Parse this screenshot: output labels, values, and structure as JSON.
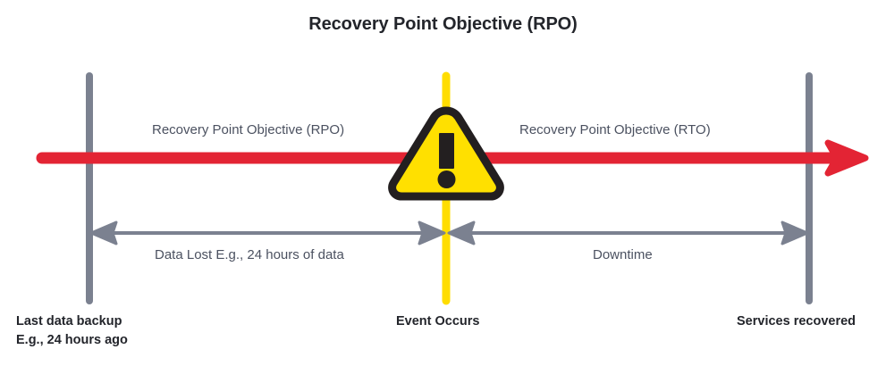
{
  "title": "Recovery Point Objective (RPO)",
  "colors": {
    "red_timeline": "#E32434",
    "yellow_marker": "#FFDD00",
    "gray_marker": "#7B8190",
    "warning_fill": "#FFE000",
    "warning_stroke": "#231F20",
    "text_dark": "#23252b",
    "text_muted": "#4b5160",
    "background": "#ffffff"
  },
  "timeline": {
    "name": "timeline-arrow",
    "direction": "left-to-right",
    "arrowhead": "right"
  },
  "markers": [
    {
      "id": "last-backup",
      "color": "#7B8190",
      "caption_line1": "Last data backup",
      "caption_line2": "E.g., 24 hours ago"
    },
    {
      "id": "event",
      "color": "#FFDD00",
      "caption_line1": "Event Occurs",
      "caption_line2": ""
    },
    {
      "id": "services-recovered",
      "color": "#7B8190",
      "caption_line1": "Services recovered",
      "caption_line2": ""
    }
  ],
  "upper_labels": {
    "left": "Recovery Point Objective (RPO)",
    "right": "Recovery Point Objective (RTO)"
  },
  "spans": [
    {
      "id": "data-lost-span",
      "label": "Data Lost E.g., 24 hours of data",
      "from": "last-backup",
      "to": "event",
      "arrow": "double"
    },
    {
      "id": "downtime-span",
      "label": "Downtime",
      "from": "event",
      "to": "services-recovered",
      "arrow": "double"
    }
  ],
  "warning_icon": {
    "name": "warning-triangle-icon",
    "glyph": "!"
  }
}
